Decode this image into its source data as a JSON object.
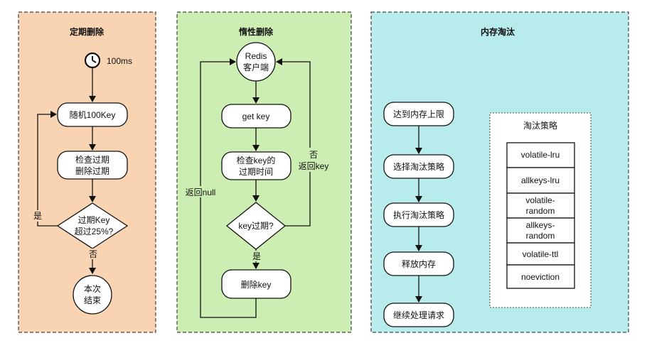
{
  "panels": {
    "periodic": {
      "title": "定期删除",
      "bg": "#f9d4b3",
      "timer": "100ms",
      "steps": [
        "随机100Key",
        "检查过期",
        "删除过期",
        "过期Key",
        "超过25%?",
        "本次",
        "结束"
      ],
      "yes": "是",
      "no": "否"
    },
    "lazy": {
      "title": "惰性删除",
      "bg": "#cdeeb2",
      "client": [
        "Redis",
        "客户端"
      ],
      "get_key": "get key",
      "check": [
        "检查key的",
        "过期时间"
      ],
      "decision": "key过期?",
      "delete": "删除key",
      "return_null": "返回null",
      "no_return": [
        "否",
        "返回key"
      ],
      "yes": "是"
    },
    "eviction": {
      "title": "内存淘汰",
      "bg": "#b8ebec",
      "steps": [
        "达到内存上限",
        "选择淘汰策略",
        "执行淘汰策略",
        "释放内存",
        "继续处理请求"
      ],
      "strategy_title": "淘汰策略",
      "strategies": [
        [
          "volatile-lru"
        ],
        [
          "allkeys-lru"
        ],
        [
          "volatile-",
          "random"
        ],
        [
          "allkeys-",
          "random"
        ],
        [
          "volatile-ttl"
        ],
        [
          "noeviction"
        ]
      ]
    }
  },
  "colors": {
    "stroke": "#111111",
    "node": "#ffffff"
  }
}
